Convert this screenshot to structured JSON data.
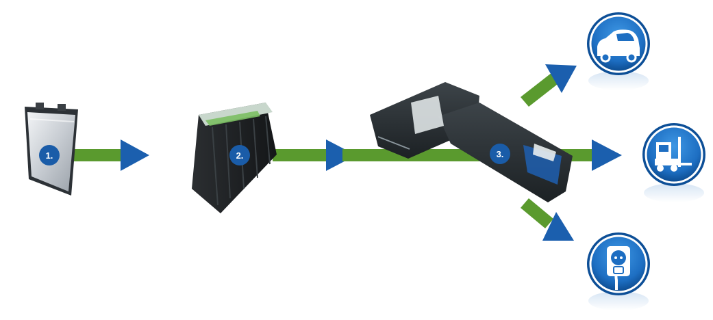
{
  "steps": [
    {
      "label": "1.",
      "icon": "battery-cell-icon"
    },
    {
      "label": "2.",
      "icon": "battery-module-icon"
    },
    {
      "label": "3.",
      "icon": "battery-pack-icon"
    }
  ],
  "applications": [
    {
      "icon": "car-icon"
    },
    {
      "icon": "forklift-icon"
    },
    {
      "icon": "power-socket-icon"
    }
  ],
  "colors": {
    "arrow_shaft": "#5a9a2e",
    "arrow_head": "#1b5fae",
    "badge": "#1a5ca8",
    "circle_outer": "#0d4f97",
    "circle_inner": "#2f86d6"
  }
}
